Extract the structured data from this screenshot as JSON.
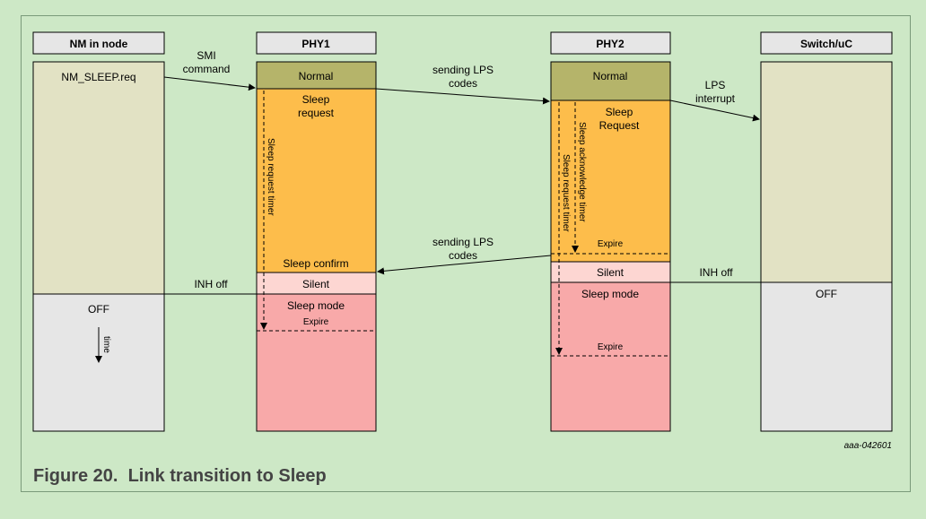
{
  "columns": {
    "nm": "NM in node",
    "phy1": "PHY1",
    "phy2": "PHY2",
    "switch": "Switch/uC"
  },
  "nm": {
    "sleep_req": "NM_SLEEP.req",
    "off": "OFF",
    "time": "time"
  },
  "phy1": {
    "normal": "Normal",
    "sleep_request_1": "Sleep",
    "sleep_request_2": "request",
    "sleep_confirm": "Sleep confirm",
    "silent": "Silent",
    "sleep_mode": "Sleep mode",
    "expire": "Expire",
    "timer": "Sleep request timer"
  },
  "phy2": {
    "normal": "Normal",
    "sleep_request_1": "Sleep",
    "sleep_request_2": "Request",
    "expire_ack": "Expire",
    "silent": "Silent",
    "sleep_mode": "Sleep mode",
    "expire": "Expire",
    "timer_ack": "Sleep acknowledge timer",
    "timer_req": "Sleep request timer"
  },
  "switch": {
    "off": "OFF"
  },
  "arrows": {
    "smi_1": "SMI",
    "smi_2": "command",
    "lps1_1": "sending LPS",
    "lps1_2": "codes",
    "interrupt_1": "LPS",
    "interrupt_2": "interrupt",
    "lps2_1": "sending LPS",
    "lps2_2": "codes",
    "inh_left": "INH off",
    "inh_right": "INH off"
  },
  "doc_id": "aaa-042601",
  "caption": "Figure 20.  Link transition to Sleep",
  "colors": {
    "background": "#cde8c6",
    "normal": "#b5b46a",
    "sleep_request": "#fdbd4b",
    "silent": "#fdd6d2",
    "sleep_mode": "#f8a9a9",
    "nm_on": "#e2e2c4",
    "off": "#e6e6e6"
  }
}
